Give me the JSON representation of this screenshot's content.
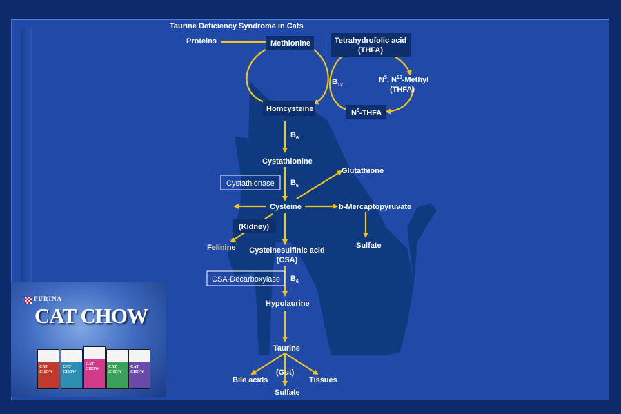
{
  "slide": {
    "title": "Taurine Deficiency Syndrome in Cats"
  },
  "pathway": {
    "proteins": "Proteins",
    "methionine": "Methionine",
    "thfa": [
      "Tetrahydrofolic acid",
      "(THFA)"
    ],
    "b12": {
      "base": "B",
      "sub": "12"
    },
    "methyl_thfa": {
      "part1": "N",
      "sup1": "5",
      "part2": ", N",
      "sup2": "10",
      "part3": "-Methyl",
      "line2": "(THFA)"
    },
    "homocysteine": "Homcysteine",
    "n5_thfa": {
      "part1": "N",
      "sup": "5",
      "part2": "-THFA"
    },
    "b6": {
      "base": "B",
      "sub": "6"
    },
    "cystathionine": "Cystathionine",
    "glutathione": "Glutathione",
    "cystathionase": "Cystathionase",
    "cysteine": "Cysteine",
    "b_mercaptopyruvate": "b-Mercaptopyruvate",
    "kidney": "(Kidney)",
    "sulfate": "Sulfate",
    "felinine": "Felinine",
    "csa": [
      "Cysteinesulfinic acid",
      "(CSA)"
    ],
    "csa_decarboxylase": "CSA-Decarboxylase",
    "hypotaurine": "Hypolaurine",
    "taurine": "Taurine",
    "gut": "(Gut)",
    "bile_acids": "Bile acids",
    "tissues": "Tissues"
  },
  "ad": {
    "brand": "PURINA",
    "logo": "CAT CHOW",
    "bag_label": "CAT CHOW",
    "bag_colors": [
      "#c0392b",
      "#2a8fb0",
      "#d23a8a",
      "#3aa05a",
      "#6a4aa8"
    ]
  },
  "colors": {
    "background": "#0d2a6b",
    "panel": "#2049a8",
    "cat_silhouette": "#0f3a80",
    "arrow": "#f2c51a",
    "label_box": "#0d2f6e"
  }
}
